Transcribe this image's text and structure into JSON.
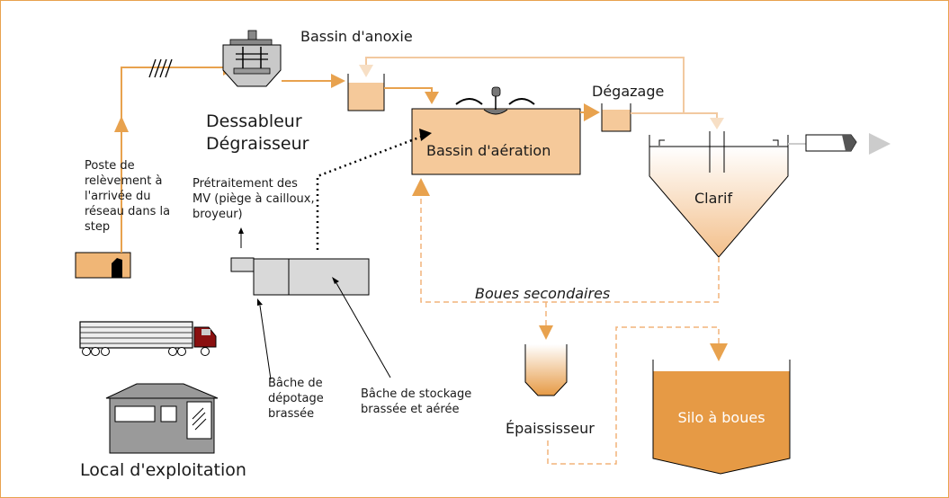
{
  "labels": {
    "bassin_anoxie": "Bassin d'anoxie",
    "dessableur": "Dessableur",
    "degraisseur": "Dégraisseur",
    "degazage": "Dégazage",
    "bassin_aeration": "Bassin d'aération",
    "clarif": "Clarif",
    "poste_releve": "Poste de relèvement à l'arrivée du réseau dans la step",
    "pretraitement": "Prétraitement des MV (piège à cailloux, broyeur)",
    "boues_secondaires": "Boues secondaires",
    "bache_depotage": "Bâche de dépotage brassée",
    "bache_stockage": "Bâche de stockage brassée et aérée",
    "epaississeur": "Épaississeur",
    "silo": "Silo à boues",
    "local": "Local d'exploitation"
  },
  "colors": {
    "flow": "#e8a24e",
    "return_flow": "#f2c9a0",
    "tank_fill": "#f5c99a",
    "silo_fill": "#e69a45",
    "frame": "#e8a24e",
    "grey_unit": "#d9d9d9"
  },
  "icons": [
    "agitator-icon",
    "truck-icon",
    "building-icon",
    "pump-icon",
    "outlet-channel-icon"
  ]
}
